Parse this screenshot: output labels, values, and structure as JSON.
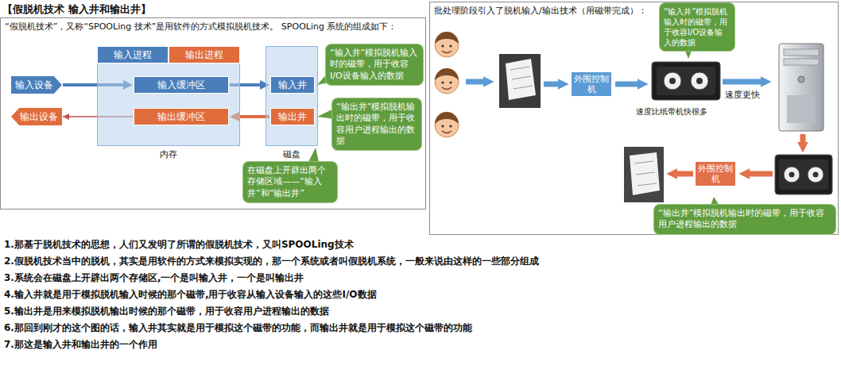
{
  "diagram": {
    "title": "【假脱机技术 输入井和输出井】",
    "nodes": [
      {
        "text": [
          "“假脱机技术”，又称“SPOOLing 技术”是用软件的方式模拟脱机技术。 SPOOLing 系统的组成如下："
        ]
      },
      {
        "text": [
          "输入设备"
        ],
        "in": 0
      },
      {
        "text": [
          "输出设备"
        ],
        "in": 0
      },
      {
        "text": [
          "内存"
        ],
        "in": 0
      },
      {
        "text": [
          "输入进程"
        ],
        "in": 3
      },
      {
        "text": [
          "输出进程"
        ],
        "in": 3
      },
      {
        "text": [
          "输入缓冲区"
        ],
        "in": 3
      },
      {
        "text": [
          "输出缓冲区"
        ],
        "in": 3
      },
      {
        "text": [
          "磁盘"
        ],
        "in": 0
      },
      {
        "text": [
          "输入井"
        ],
        "in": 8
      },
      {
        "text": [
          "输出井"
        ],
        "in": 8
      },
      {
        "text": [
          "“输入井”模拟脱机输入时的磁带，用于收容I/O设备输入的数据"
        ],
        "in": 0
      },
      {
        "text": [
          "“输出井”模拟脱机输出时的磁带，用于收容用户进程输出的数据"
        ],
        "in": 0
      },
      {
        "text": [
          "在磁盘上开辟出两个存储区域——“输入井”和“输出井”"
        ],
        "in": 0
      },
      {
        "text": [
          "批处理阶段引入了脱机输入/输出技术（用磁带完成）："
        ]
      },
      {
        "text": [
          "外围控制机"
        ],
        "in": 14
      },
      {
        "text": [
          "外围控制机"
        ],
        "in": 14
      },
      {
        "text": [
          "“输入井”模拟脱机输入时的磁带，用于收容I/O设备输入的数据"
        ],
        "in": 14
      },
      {
        "text": [
          "“输出井”模拟脱机输出时的磁带，用于收容用户进程输出的数据"
        ],
        "in": 14
      }
    ],
    "edges": [
      {
        "from": 1,
        "to": 6,
        "arrow": "to"
      },
      {
        "from": 6,
        "to": 9,
        "arrow": "to"
      },
      {
        "from": 10,
        "to": 7,
        "arrow": "to"
      },
      {
        "from": 7,
        "to": 2,
        "arrow": "to"
      }
    ],
    "labels": [
      "速度比纸带机快很多",
      "速度更快",
      "1.那基于脱机技术的思想，人们又发明了所谓的假脱机技术，又叫SPOOLing技术",
      "2.假脱机技术当中的脱机，其实是用软件的方式来模拟实现的，那一个系统或者叫假脱机系统，一般来说由这样的一些部分组成",
      "3.系统会在磁盘上开辟出两个存储区,一个是叫输入井，一个是叫输出井",
      "4.输入井就是用于模拟脱机输入时候的那个磁带,用于收容从输入设备输入的这些I/O数据",
      "5.输出井是用来模拟脱机输出时候的那个磁带，用于收容用户进程输出的数据",
      "6.那回到刚才的这个图的话，输入井其实就是用于模拟这个磁带的功能，而输出井就是用于模拟这个磁带的功能",
      "7.那这是输入井和输出井的一个作用"
    ]
  }
}
